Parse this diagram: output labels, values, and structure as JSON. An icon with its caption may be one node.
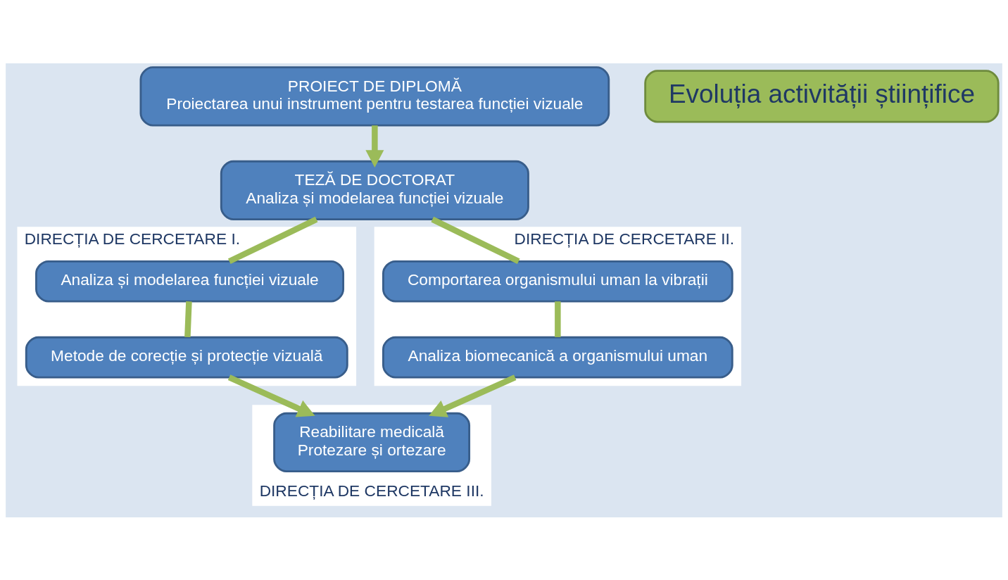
{
  "diagram": {
    "nodes": [
      {
        "text": [
          "PROIECT DE DIPLOMĂ",
          "Proiectarea unui instrument pentru testarea funcției vizuale"
        ]
      },
      {
        "text": [
          "TEZĂ DE DOCTORAT",
          "Analiza și modelarea funcției vizuale"
        ]
      },
      {
        "text": [
          "DIRECȚIA DE CERCETARE I."
        ]
      },
      {
        "text": [
          "Analiza și modelarea funcției vizuale"
        ],
        "in": 2
      },
      {
        "text": [
          "Metode de corecție și protecție vizuală"
        ],
        "in": 2
      },
      {
        "text": [
          "DIRECȚIA DE CERCETARE II."
        ]
      },
      {
        "text": [
          "Comportarea organismului uman la vibrații"
        ],
        "in": 5
      },
      {
        "text": [
          "Analiza biomecanică a organismului uman"
        ],
        "in": 5
      },
      {
        "text": [
          "DIRECȚIA DE CERCETARE III."
        ]
      },
      {
        "text": [
          "Reabilitare medicală",
          "Protezare și ortezare"
        ],
        "in": 8
      },
      {
        "text": [
          "Evoluția activității științifice"
        ]
      }
    ],
    "edges": [
      {
        "from": 0,
        "to": 1,
        "arrow": "to"
      },
      {
        "from": 1,
        "to": 3,
        "arrow": "none"
      },
      {
        "from": 3,
        "to": 4,
        "arrow": "none"
      },
      {
        "from": 4,
        "to": 9,
        "arrow": "to"
      },
      {
        "from": 1,
        "to": 6,
        "arrow": "none"
      },
      {
        "from": 6,
        "to": 7,
        "arrow": "none"
      },
      {
        "from": 7,
        "to": 9,
        "arrow": "to"
      }
    ]
  }
}
